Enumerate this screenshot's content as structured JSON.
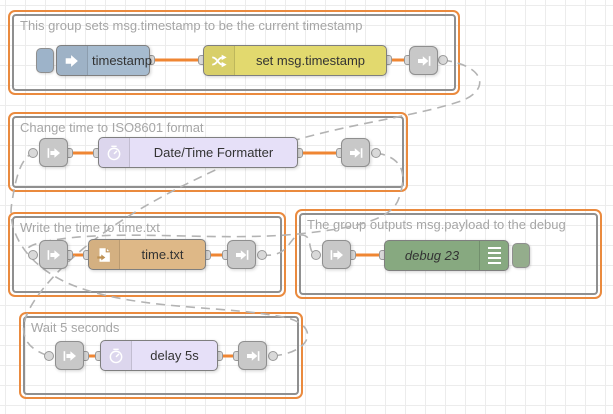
{
  "groups": {
    "g1": {
      "label": "This group sets msg.timestamp to be the current timestamp"
    },
    "g2": {
      "label": "Change time to ISO8601 format"
    },
    "g3": {
      "label": "Write the time to time.txt"
    },
    "g4": {
      "label": "The group outputs msg.payload to the debug"
    },
    "g5": {
      "label": "Wait 5 seconds"
    }
  },
  "nodes": {
    "inject": {
      "label": "timestamp",
      "type": "inject",
      "color": "#a6bbcf"
    },
    "change": {
      "label": "set msg.timestamp",
      "type": "change",
      "color": "#e2d96e"
    },
    "formatter": {
      "label": "Date/Time Formatter",
      "type": "date-time-formatter",
      "color": "#e6e0f8"
    },
    "file": {
      "label": "time.txt",
      "type": "file",
      "color": "#deb887"
    },
    "debug": {
      "label": "debug 23",
      "type": "debug",
      "color": "#87a980"
    },
    "delay": {
      "label": "delay 5s",
      "type": "delay",
      "color": "#e6e0f8"
    }
  },
  "link_wires": [
    {
      "from": "timestamp-group-link-out",
      "to": "wait-group-link-in"
    },
    {
      "from": "wait-group-link-out",
      "to": "iso-group-link-in"
    },
    {
      "from": "iso-group-link-out",
      "to": "file-group-link-in"
    },
    {
      "from": "file-group-link-out",
      "to": "debug-group-link-in"
    }
  ],
  "colors": {
    "group_border_selected": "#ea8a3e",
    "group_border_inner": "#8f8f8f",
    "wire_selected": "#ef8633",
    "link_wire": "#b3b3b3",
    "grid_line": "#ececec",
    "canvas_bg": "#ffffff",
    "port_fill": "#d9d9d9",
    "link_node_fill": "#c8c8c8"
  }
}
